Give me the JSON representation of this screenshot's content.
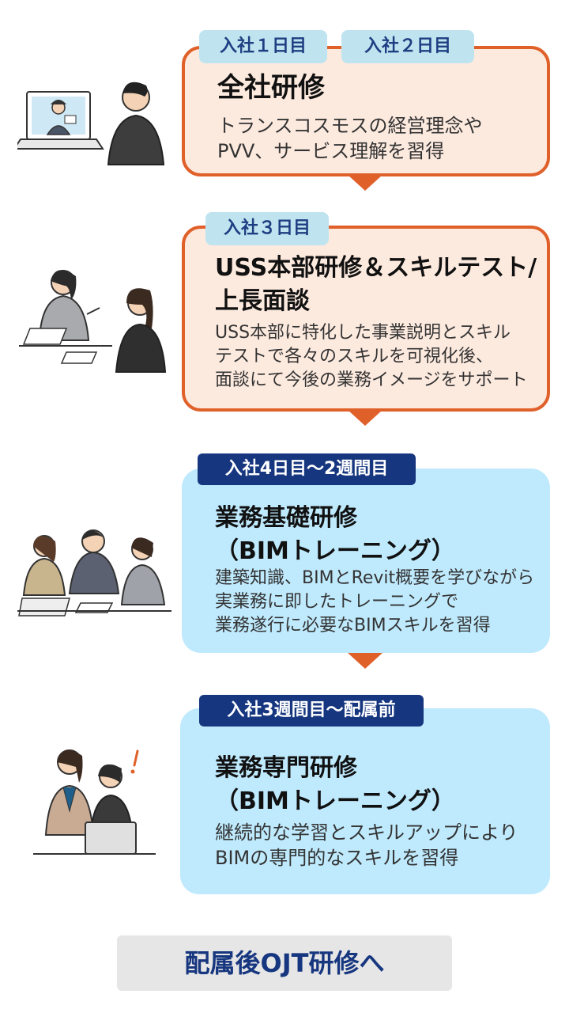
{
  "steps": [
    {
      "tags": [
        "入社１日目",
        "入社２日目"
      ],
      "title_lines": [
        "全社研修"
      ],
      "desc_lines": [
        "トランスコスモスの経営理念や",
        "PVV、サービス理解を習得"
      ]
    },
    {
      "tags": [
        "入社３日目"
      ],
      "title_lines": [
        "USS本部研修＆スキルテスト/",
        "上長面談"
      ],
      "desc_lines": [
        "USS本部に特化した事業説明とスキル",
        "テストで各々のスキルを可視化後、",
        "面談にて今後の業務イメージをサポート"
      ]
    },
    {
      "tags": [
        "入社4日目～2週間目"
      ],
      "title_lines": [
        "業務基礎研修",
        "（BIMトレーニング）"
      ],
      "desc_lines": [
        "建築知識、BIMとRevit概要を学びながら",
        "実業務に即したトレーニングで",
        "業務遂行に必要なBIMスキルを習得"
      ]
    },
    {
      "tags": [
        "入社3週間目～配属前"
      ],
      "title_lines": [
        "業務専門研修",
        "（BIMトレーニング）"
      ],
      "desc_lines": [
        "継続的な学習とスキルアップにより",
        "BIMの専門的なスキルを習得"
      ]
    }
  ],
  "final": {
    "label": "配属後OJT研修へ"
  },
  "colors": {
    "orange_border": "#e0602a",
    "orange_fill": "#fdeadf",
    "blue_fill": "#bfeafd",
    "navy": "#16367f",
    "tag_light": "#bfe4ef"
  },
  "icons": [
    "online-meeting-illustration",
    "interview-illustration",
    "group-training-illustration",
    "pair-work-illustration"
  ]
}
